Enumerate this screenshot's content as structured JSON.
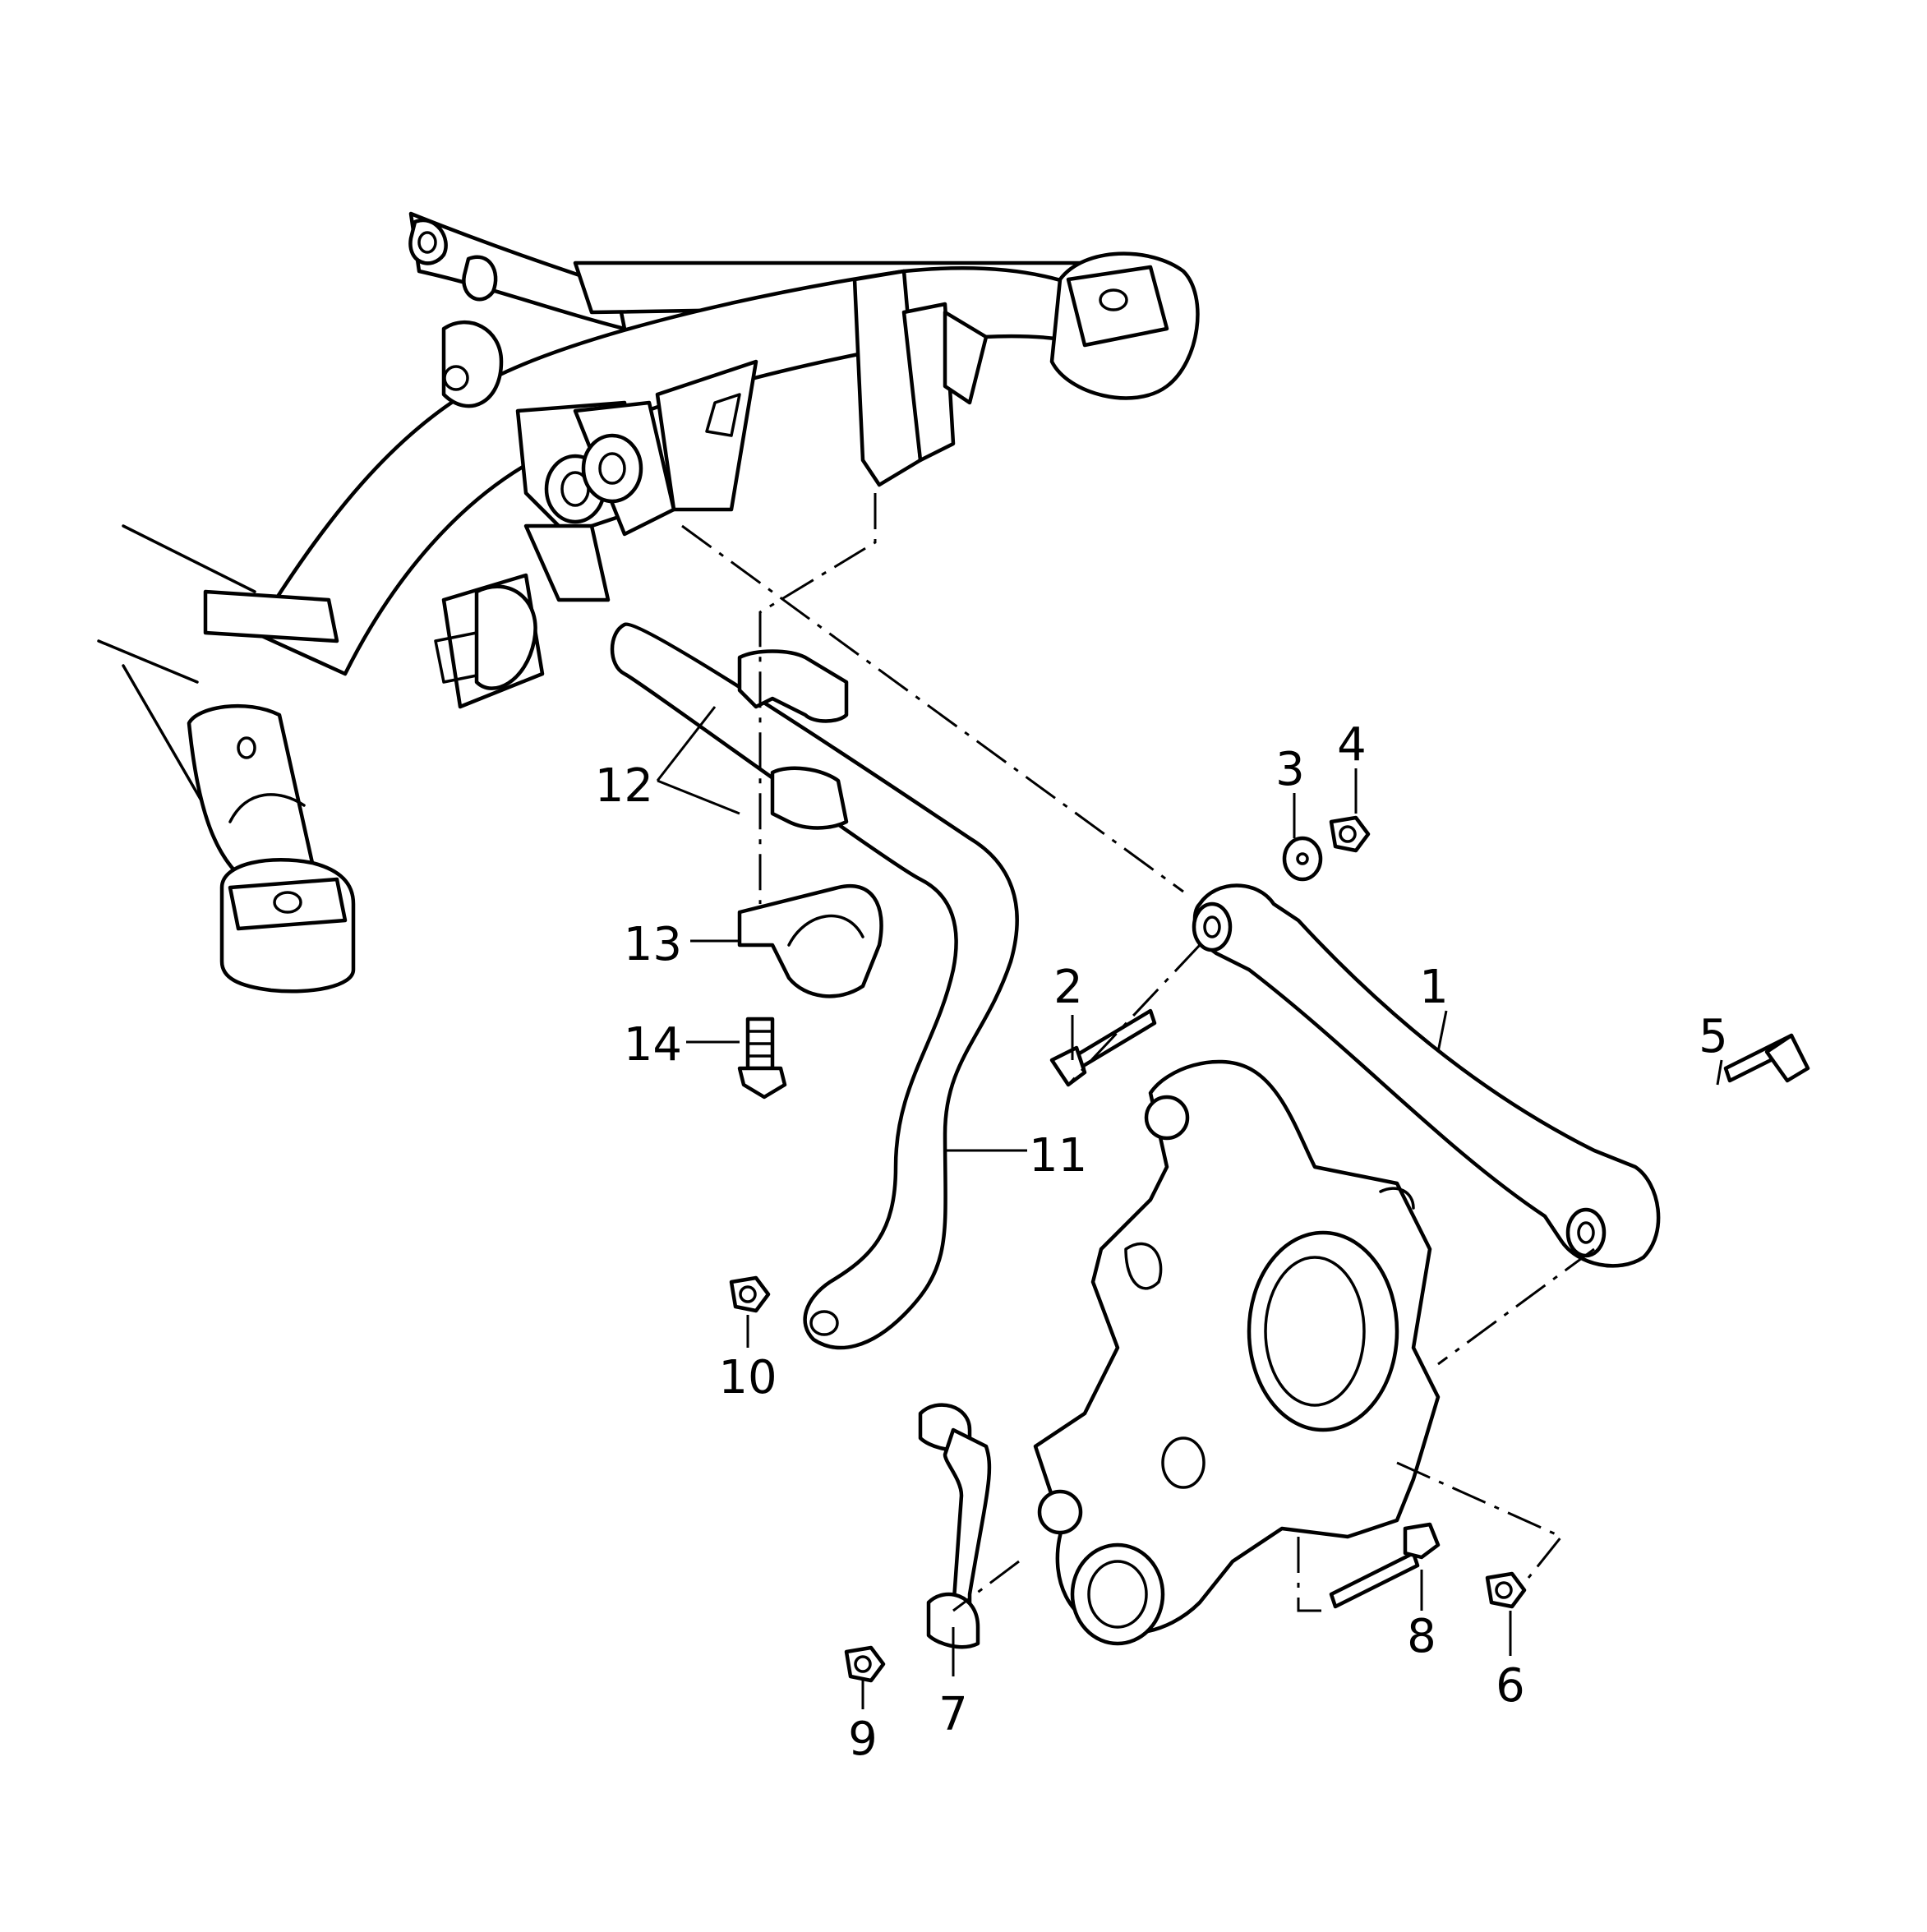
{
  "diagram": {
    "type": "exploded parts diagram",
    "subject": "rear subframe, anti-roll bar, lateral link and wheel bearing housing",
    "line_color": "#000000",
    "background_color": "#ffffff"
  },
  "callouts": [
    {
      "id": "c1",
      "label": "1"
    },
    {
      "id": "c2",
      "label": "2"
    },
    {
      "id": "c3",
      "label": "3"
    },
    {
      "id": "c4",
      "label": "4"
    },
    {
      "id": "c5",
      "label": "5"
    },
    {
      "id": "c6",
      "label": "6"
    },
    {
      "id": "c7",
      "label": "7"
    },
    {
      "id": "c8",
      "label": "8"
    },
    {
      "id": "c9",
      "label": "9"
    },
    {
      "id": "c10",
      "label": "10"
    },
    {
      "id": "c11",
      "label": "11"
    },
    {
      "id": "c12",
      "label": "12"
    },
    {
      "id": "c13",
      "label": "13"
    },
    {
      "id": "c14",
      "label": "14"
    }
  ]
}
